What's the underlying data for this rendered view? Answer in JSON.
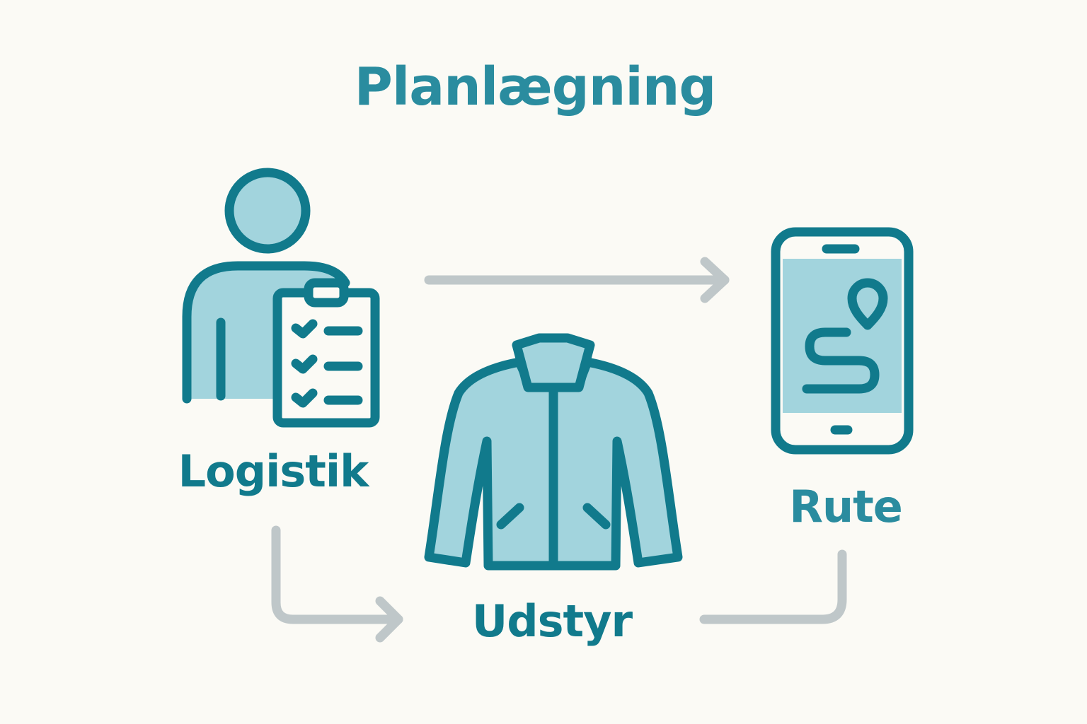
{
  "title": "Planlægning",
  "colors": {
    "background": "#fbfaf5",
    "stroke": "#117a8c",
    "fill": "#a2d4dd",
    "arrow": "#bfc7c9",
    "title": "#2a8c9f"
  },
  "nodes": [
    {
      "id": "logistik",
      "label": "Logistik",
      "icon": "person-with-checklist-icon"
    },
    {
      "id": "udstyr",
      "label": "Udstyr",
      "icon": "jacket-icon"
    },
    {
      "id": "rute",
      "label": "Rute",
      "icon": "smartphone-route-icon"
    }
  ],
  "edges": [
    {
      "from": "logistik",
      "to": "rute"
    },
    {
      "from": "logistik",
      "to": "udstyr"
    },
    {
      "from": "udstyr",
      "to": "rute"
    }
  ]
}
